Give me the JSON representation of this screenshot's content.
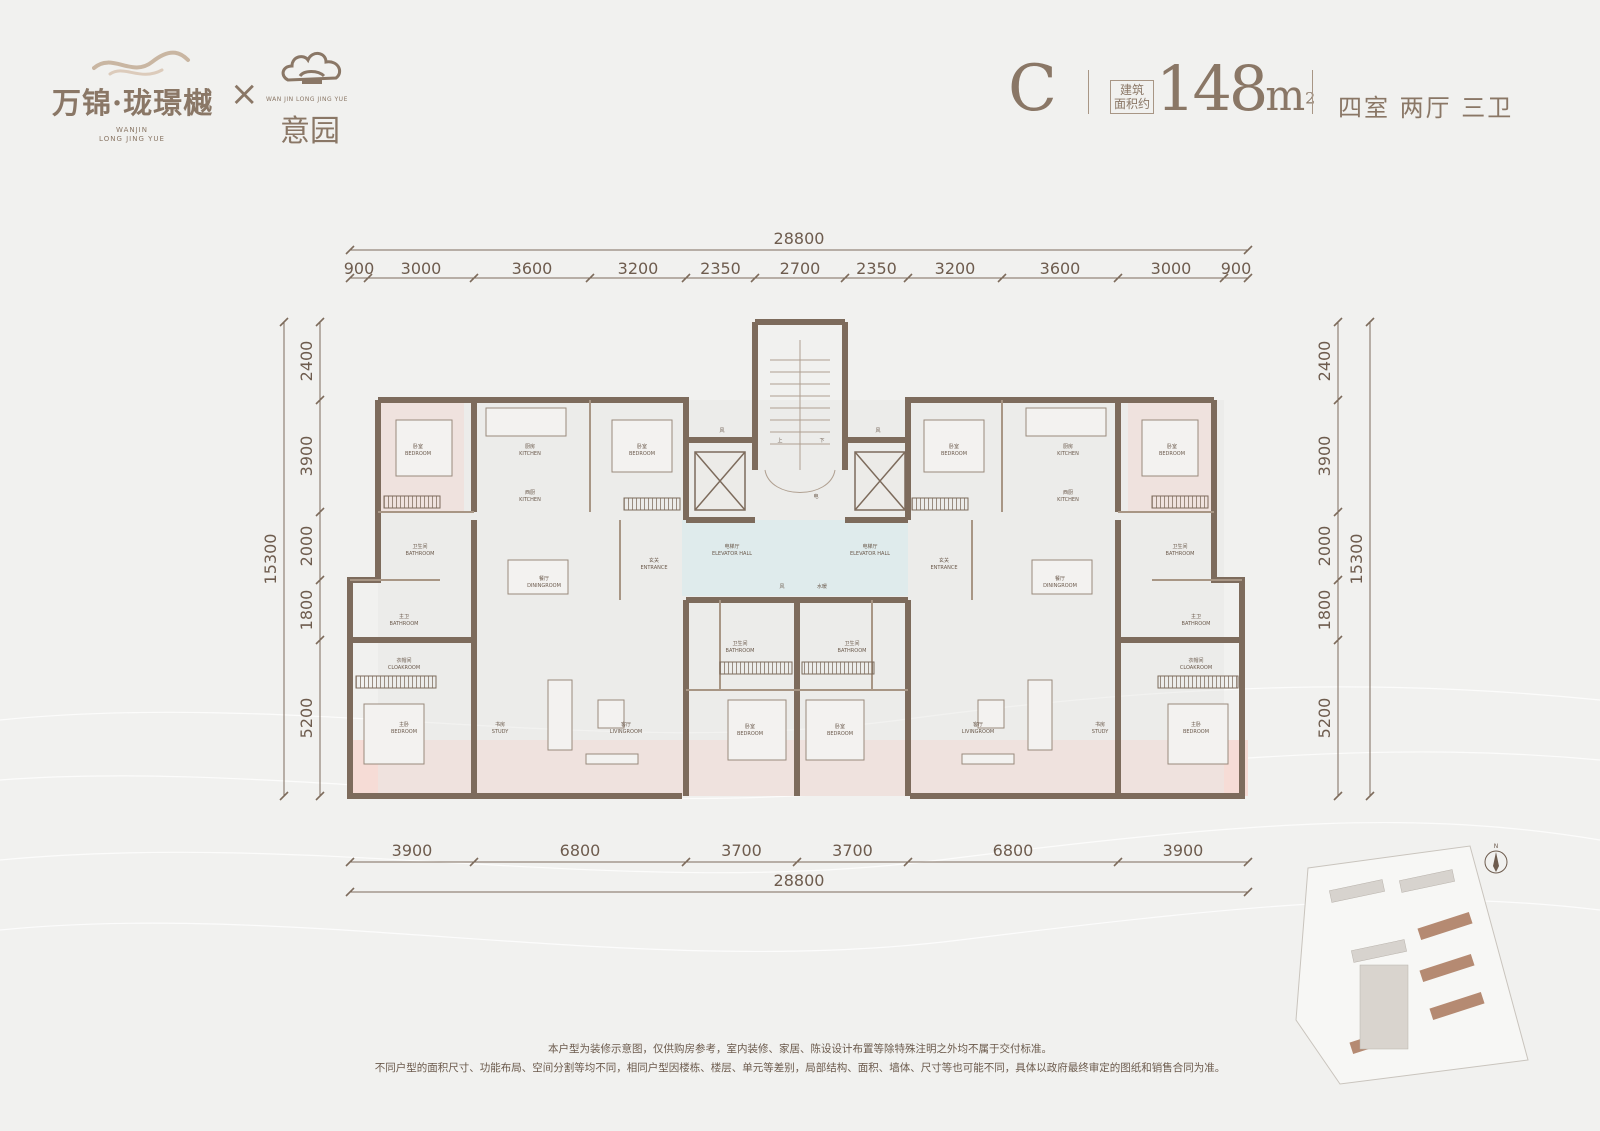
{
  "brand": {
    "name_cn": "万锦·珑璟樾",
    "name_en_line1": "WANJIN",
    "name_en_line2": "LONG JING YUE",
    "times_symbol": "×",
    "partner_en": "WAN JIN LONG JING YUE",
    "partner_cn": "意园"
  },
  "unit": {
    "type": "C",
    "area_label_line1": "建筑",
    "area_label_line2": "面积约",
    "area_value": "148",
    "area_unit": "m",
    "area_sup": "2",
    "layout": "四室 两厅 三卫"
  },
  "dimensions": {
    "top_total": "28800",
    "top_segments": [
      "900",
      "3000",
      "3600",
      "3200",
      "2350",
      "2700",
      "2350",
      "3200",
      "3600",
      "3000",
      "900"
    ],
    "bottom_total": "28800",
    "bottom_segments": [
      "3900",
      "6800",
      "3700",
      "3700",
      "6800",
      "3900"
    ],
    "left_total": "15300",
    "left_segments": [
      "2400",
      "3900",
      "2000",
      "1800",
      "5200"
    ],
    "right_total": "15300",
    "right_segments": [
      "2400",
      "3900",
      "2000",
      "1800",
      "5200"
    ]
  },
  "rooms": {
    "bedroom_cn": "卧室",
    "bedroom_en": "BEDROOM",
    "kitchen_cn": "厨房",
    "kitchen_en": "KITCHEN",
    "dining_kitchen_cn": "西厨",
    "dining_kitchen_en": "KITCHEN",
    "bathroom_cn": "卫生间",
    "bathroom_en": "BATHROOM",
    "master_bath_cn": "主卫",
    "master_bath_en": "BATHROOM",
    "cloakroom_cn": "衣帽间",
    "cloakroom_en": "CLOAKROOM",
    "master_bedroom_cn": "主卧",
    "master_bedroom_en": "BEDROOM",
    "dining_cn": "餐厅",
    "dining_en": "DININGROOM",
    "living_cn": "客厅",
    "living_en": "LIVINGROOM",
    "study_cn": "书房",
    "study_en": "STUDY",
    "entrance_cn": "玄关",
    "entrance_en": "ENTRANCE",
    "elevator_hall_cn": "电梯厅",
    "elevator_hall_en": "ELEVATOR HALL",
    "shaft_wind": "风",
    "shaft_elec": "电",
    "shaft_pipe": "水暖",
    "stair_up": "上",
    "stair_down": "下"
  },
  "compass": {
    "north": "N"
  },
  "disclaimer": {
    "line1": "本户型为装修示意图，仅供购房参考，室内装修、家居、陈设设计布置等除特殊注明之外均不属于交付标准。",
    "line2": "不同户型的面积尺寸、功能布局、空间分割等均不同，相同户型因楼栋、楼层、单元等差别，局部结构、面积、墙体、尺寸等也可能不同，具体以政府最终审定的图纸和销售合同为准。"
  },
  "colors": {
    "wall": "#7d6b5c",
    "highlight_pink": "#f6dcd6",
    "highlight_blue": "#d6eef2",
    "text": "#8a7766",
    "background": "#f1f1ef"
  }
}
